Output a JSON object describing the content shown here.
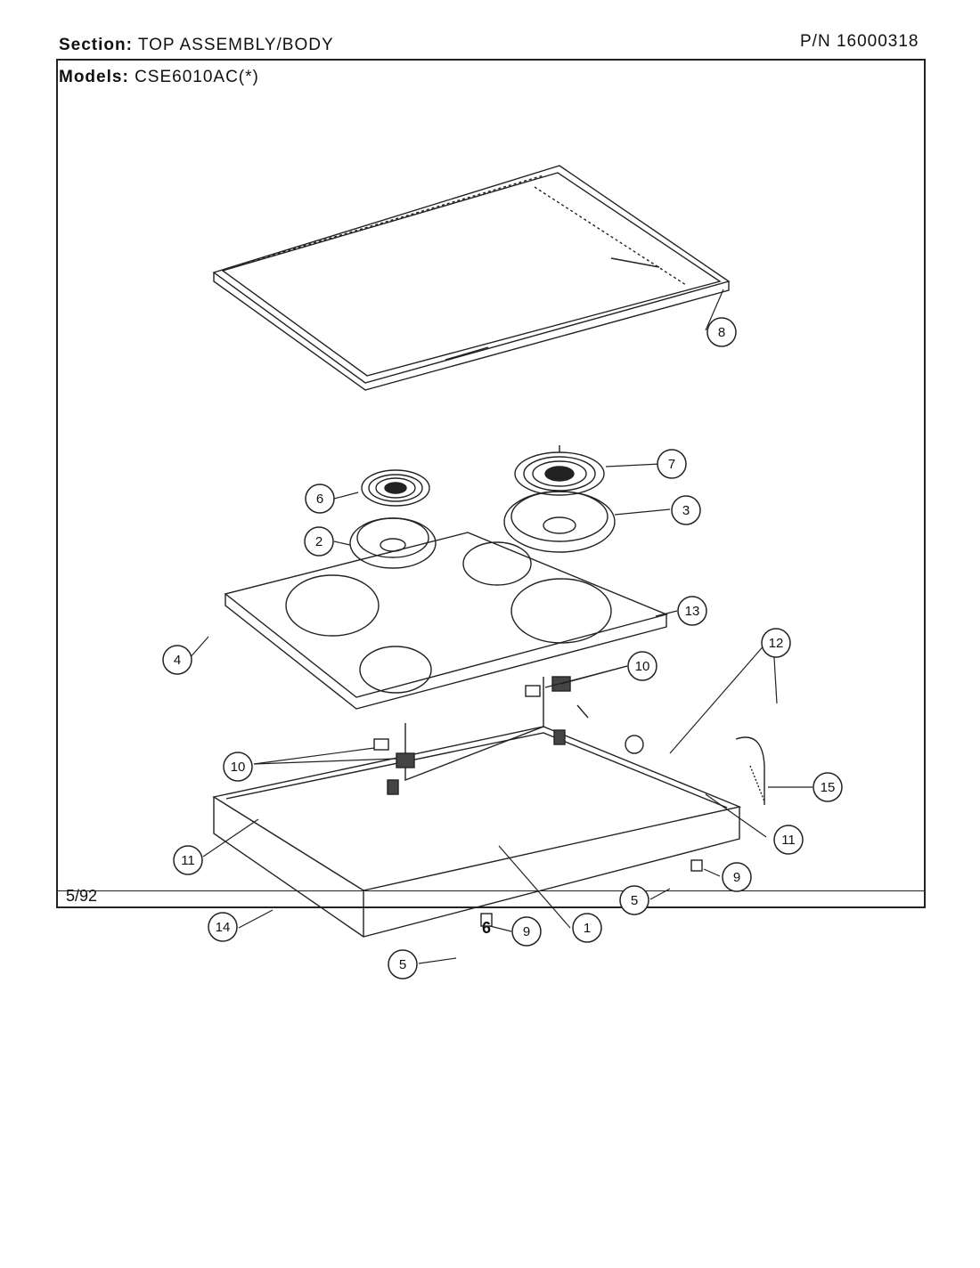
{
  "header": {
    "section_label": "Section:",
    "section_value": "TOP ASSEMBLY/BODY",
    "models_label": "Models:",
    "models_value": "CSE6010AC(*)",
    "pn": "P/N 16000318"
  },
  "footer": {
    "date": "5/92",
    "page_number": "6"
  },
  "callouts": [
    "1",
    "2",
    "3",
    "4",
    "5",
    "5",
    "6",
    "7",
    "8",
    "9",
    "9",
    "10",
    "10",
    "11",
    "11",
    "12",
    "13",
    "14",
    "15"
  ]
}
